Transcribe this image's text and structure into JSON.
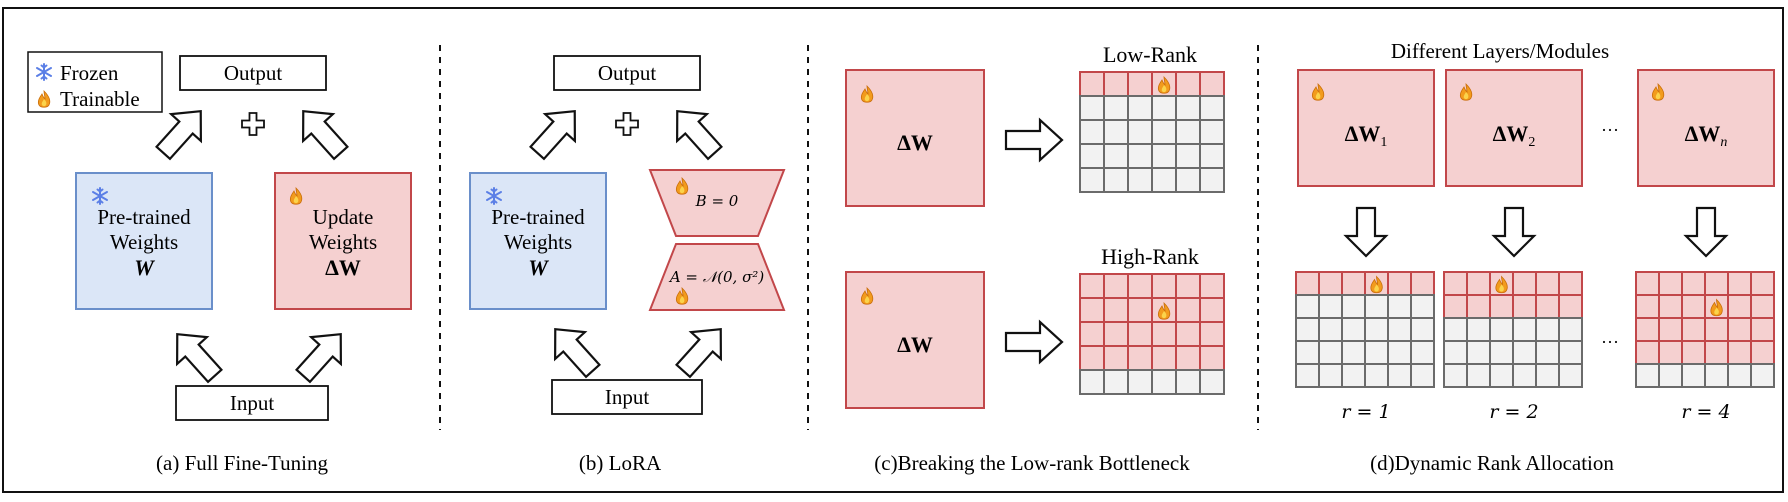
{
  "colors": {
    "frozen_fill": "#dbe6f7",
    "frozen_stroke": "#6a8fca",
    "trainable_fill": "#f5d0d0",
    "trainable_stroke": "#c2474a",
    "empty_cell": "#f2f2f2",
    "grid_stroke": "#6b6b6b",
    "snowflake": "#5b7fe6",
    "flame_outer": "#f29b1d",
    "flame_inner": "#fbd34b"
  },
  "icons": {
    "frozen": "snowflake-icon",
    "trainable": "flame-icon",
    "merge": "plus-icon",
    "flow": "arrow-icon"
  },
  "legend": {
    "frozen": "Frozen",
    "trainable": "Trainable"
  },
  "panel_a": {
    "output": "Output",
    "input": "Input",
    "frozen_box": {
      "line1": "Pre-trained",
      "line2": "Weights",
      "symbol": "W"
    },
    "update_box": {
      "line1": "Update",
      "line2": "Weights",
      "symbol": "ΔW"
    },
    "caption": "(a) Full Fine-Tuning"
  },
  "panel_b": {
    "output": "Output",
    "input": "Input",
    "frozen_box": {
      "line1": "Pre-trained",
      "line2": "Weights",
      "symbol": "W"
    },
    "b_matrix": "B = 0",
    "a_matrix": "A = 𝒩(0, σ²)",
    "caption": "(b) LoRA"
  },
  "panel_c": {
    "low_title": "Low-Rank",
    "high_title": "High-Rank",
    "delta": "ΔW",
    "low_grid": {
      "rows": 5,
      "cols": 6,
      "trainable_rows": 1
    },
    "high_grid": {
      "rows": 5,
      "cols": 6,
      "trainable_rows": 4
    },
    "caption": "(c)Breaking the Low-rank Bottleneck"
  },
  "panel_d": {
    "title": "Different Layers/Modules",
    "deltas": [
      "ΔW",
      "ΔW",
      "ΔW"
    ],
    "subs": [
      "1",
      "2",
      "n"
    ],
    "dots": "···",
    "grids": [
      {
        "rows": 5,
        "cols": 6,
        "trainable_rows": 1
      },
      {
        "rows": 5,
        "cols": 6,
        "trainable_rows": 2
      },
      {
        "rows": 5,
        "cols": 6,
        "trainable_rows": 4
      }
    ],
    "ranks": [
      "r = 1",
      "r = 2",
      "r = 4"
    ],
    "caption": "(d)Dynamic Rank Allocation"
  }
}
